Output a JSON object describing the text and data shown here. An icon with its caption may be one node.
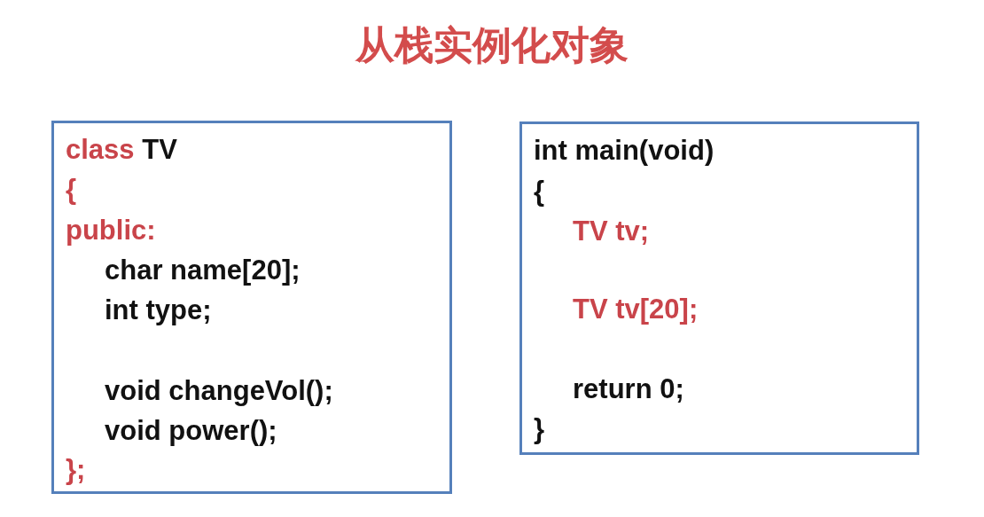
{
  "diagram": {
    "title": "从栈实例化对象",
    "nodes": [
      {
        "text": [
          "class TV",
          "{",
          "public:",
          "char name[20];",
          "int type;",
          "void changeVol();",
          "void power();",
          "};"
        ]
      },
      {
        "text": [
          "int main(void)",
          "{",
          "TV tv;",
          "TV tv[20];",
          "return 0;",
          "}"
        ]
      }
    ]
  }
}
